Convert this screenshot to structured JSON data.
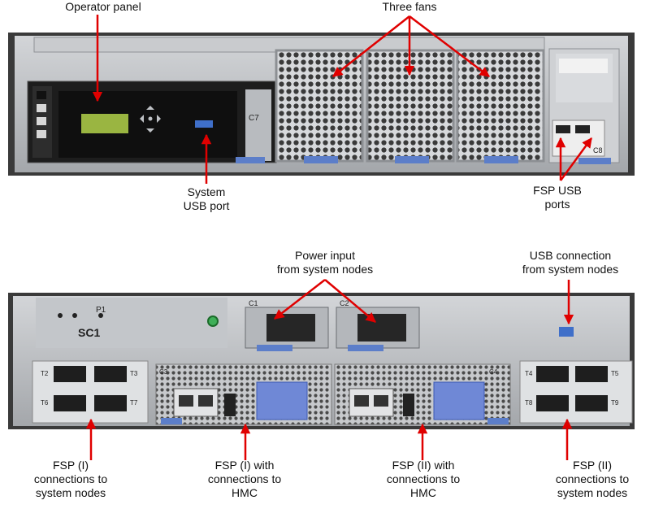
{
  "labels": {
    "operator_panel": "Operator panel",
    "three_fans": "Three fans",
    "system_usb_port": "System\nUSB port",
    "fsp_usb_ports": "FSP USB\nports",
    "power_input": "Power input\nfrom system nodes",
    "usb_connection": "USB connection\nfrom system nodes",
    "fsp_i_connections": "FSP (I)\nconnections to\nsystem nodes",
    "fsp_i_hmc": "FSP (I)  with\nconnections to\nHMC",
    "fsp_ii_hmc": "FSP (II)  with\nconnections to\nHMC",
    "fsp_ii_connections": "FSP (II)\nconnections to\nsystem nodes"
  },
  "chassis_markings": {
    "c7": "C7",
    "c8": "C8",
    "sc1": "SC1",
    "p1": "P1",
    "c1": "C1",
    "c2": "C2",
    "c3": "C3",
    "c4": "C4",
    "t2": "T2",
    "t3": "T3",
    "t6": "T6",
    "t7": "T7",
    "t4": "T4",
    "t5": "T5",
    "t8": "T8",
    "t9": "T9"
  },
  "colors": {
    "arrow": "#e00000",
    "chassis": "#2b2b2b",
    "metal": "#b9bcc0",
    "blue_tab": "#5c7ec9",
    "lcd": "#9ab541"
  }
}
